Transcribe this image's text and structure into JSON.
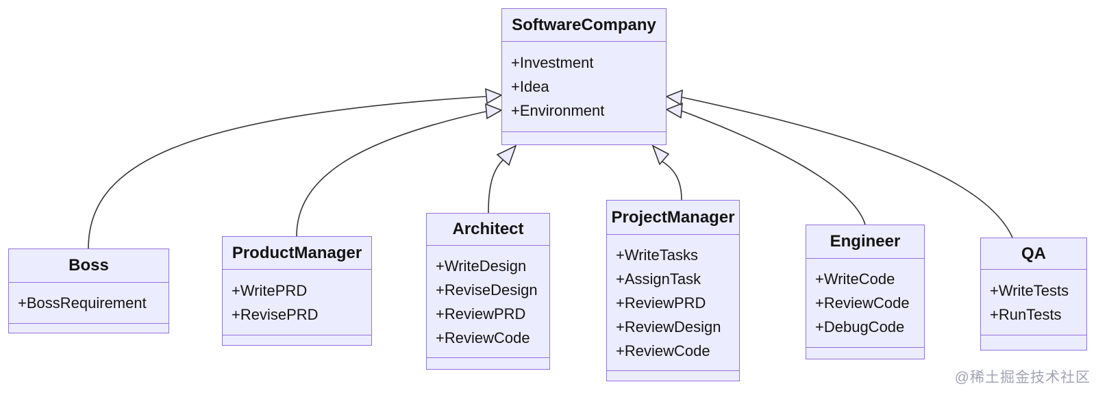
{
  "diagram": {
    "type": "uml-class-diagram",
    "classes": [
      {
        "id": "software-company",
        "name": "SoftwareCompany",
        "attributes": [
          "+Investment",
          "+Idea",
          "+Environment"
        ]
      },
      {
        "id": "boss",
        "name": "Boss",
        "attributes": [
          "+BossRequirement"
        ]
      },
      {
        "id": "product-manager",
        "name": "ProductManager",
        "attributes": [
          "+WritePRD",
          "+RevisePRD"
        ]
      },
      {
        "id": "architect",
        "name": "Architect",
        "attributes": [
          "+WriteDesign",
          "+ReviseDesign",
          "+ReviewPRD",
          "+ReviewCode"
        ]
      },
      {
        "id": "project-manager",
        "name": "ProjectManager",
        "attributes": [
          "+WriteTasks",
          "+AssignTask",
          "+ReviewPRD",
          "+ReviewDesign",
          "+ReviewCode"
        ]
      },
      {
        "id": "engineer",
        "name": "Engineer",
        "attributes": [
          "+WriteCode",
          "+ReviewCode",
          "+DebugCode"
        ]
      },
      {
        "id": "qa",
        "name": "QA",
        "attributes": [
          "+WriteTests",
          "+RunTests"
        ]
      }
    ],
    "relations": [
      {
        "from": "boss",
        "to": "software-company",
        "type": "inheritance"
      },
      {
        "from": "product-manager",
        "to": "software-company",
        "type": "inheritance"
      },
      {
        "from": "architect",
        "to": "software-company",
        "type": "inheritance"
      },
      {
        "from": "project-manager",
        "to": "software-company",
        "type": "inheritance"
      },
      {
        "from": "engineer",
        "to": "software-company",
        "type": "inheritance"
      },
      {
        "from": "qa",
        "to": "software-company",
        "type": "inheritance"
      }
    ],
    "colors": {
      "box_fill": "#ECECFF",
      "box_border": "#9370DB",
      "line": "#333333",
      "arrow_fill": "#ECECFF",
      "text": "#141414"
    }
  },
  "watermark": {
    "text": "@稀土掘金技术社区"
  }
}
